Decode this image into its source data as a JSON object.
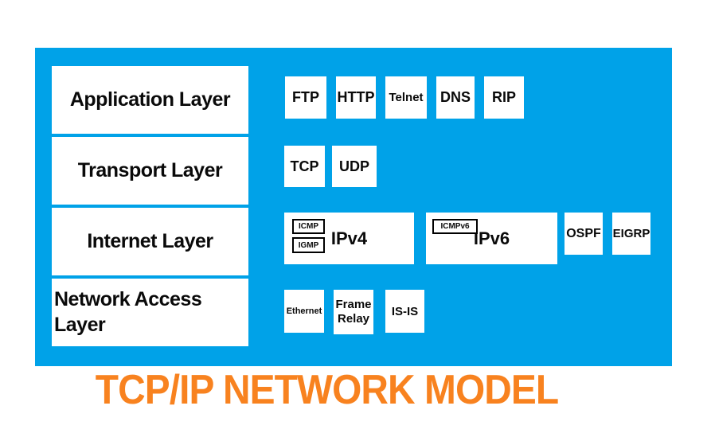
{
  "title": "TCP/IP NETWORK MODEL",
  "colors": {
    "panel_blue": "#00A2E8",
    "box_white": "#FFFFFF",
    "text_black": "#0A0A0A",
    "title_orange": "#F8821F"
  },
  "layers": [
    {
      "label": "Application Layer"
    },
    {
      "label": "Transport Layer"
    },
    {
      "label": "Internet Layer"
    },
    {
      "label": "Network Access Layer"
    }
  ],
  "protocols": {
    "application": [
      "FTP",
      "HTTP",
      "Telnet",
      "DNS",
      "RIP"
    ],
    "transport": [
      "TCP",
      "UDP"
    ],
    "internet": {
      "ipv4": {
        "label": "IPv4",
        "sub": [
          "ICMP",
          "IGMP"
        ]
      },
      "ipv6": {
        "label": "IPv6",
        "sub": [
          "ICMPv6"
        ]
      },
      "routing": [
        "OSPF",
        "EIGRP"
      ]
    },
    "network_access": [
      "Ethernet",
      "Frame Relay",
      "IS-IS"
    ]
  }
}
